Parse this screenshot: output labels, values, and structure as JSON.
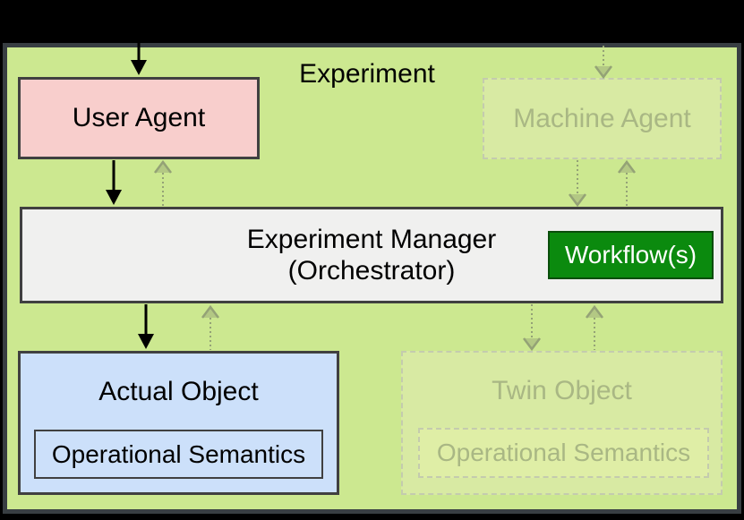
{
  "diagram": {
    "frame_label": "Experiment",
    "nodes": {
      "user_agent": {
        "label": "User Agent",
        "state": "active"
      },
      "machine_agent": {
        "label": "Machine Agent",
        "state": "faded"
      },
      "experiment_manager": {
        "label": "Experiment Manager",
        "sublabel": "(Orchestrator)"
      },
      "workflow": {
        "label": "Workflow(s)"
      },
      "actual_object": {
        "label": "Actual Object",
        "inner_label": "Operational Semantics",
        "state": "active"
      },
      "twin_object": {
        "label": "Twin Object",
        "inner_label": "Operational Semantics",
        "state": "faded"
      }
    },
    "colors": {
      "canvas_background": "#000000",
      "frame_fill": "#cce890",
      "frame_border": "#383e42",
      "box_border": "#404040",
      "text_color": "#000000",
      "user_agent_fill": "#f8cecc",
      "actual_object_fill": "#cce0fa",
      "manager_fill": "#f0f0ef",
      "workflow_fill": "#0b8a0e",
      "workflow_border": "#0a4d0b",
      "workflow_text": "#ffffff",
      "faded_fill": "#d8eaa3",
      "faded_inner_fill": "#dfeea6",
      "faded_text": "#a9b784",
      "faded_border": "#c4cbae",
      "solid_arrow": "#000000",
      "dashed_arrow": "#94a276"
    }
  }
}
